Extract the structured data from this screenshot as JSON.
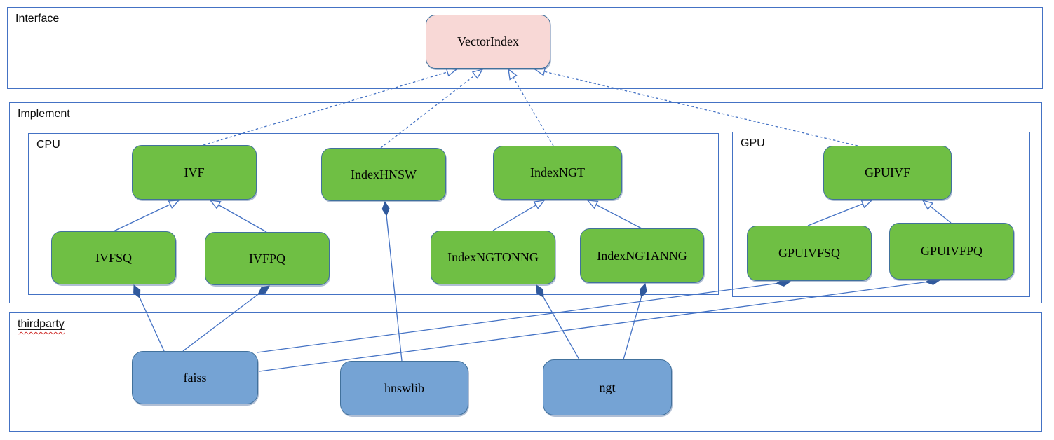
{
  "diagram": {
    "type": "class-hierarchy",
    "containers": {
      "interface": {
        "label": "Interface"
      },
      "implement": {
        "label": "Implement"
      },
      "cpu": {
        "label": "CPU"
      },
      "gpu": {
        "label": "GPU"
      },
      "thirdparty": {
        "label": "thirdparty"
      }
    },
    "nodes": {
      "vectorindex": {
        "label": "VectorIndex",
        "kind": "interface",
        "container": "interface"
      },
      "ivf": {
        "label": "IVF",
        "kind": "implementation",
        "container": "cpu"
      },
      "indexhnsw": {
        "label": "IndexHNSW",
        "kind": "implementation",
        "container": "cpu"
      },
      "indexngt": {
        "label": "IndexNGT",
        "kind": "implementation",
        "container": "cpu"
      },
      "ivfsq": {
        "label": "IVFSQ",
        "kind": "implementation",
        "container": "cpu"
      },
      "ivfpq": {
        "label": "IVFPQ",
        "kind": "implementation",
        "container": "cpu"
      },
      "indexngtonng": {
        "label": "IndexNGTONNG",
        "kind": "implementation",
        "container": "cpu"
      },
      "indexngtanng": {
        "label": "IndexNGTANNG",
        "kind": "implementation",
        "container": "cpu"
      },
      "gpuivf": {
        "label": "GPUIVF",
        "kind": "implementation",
        "container": "gpu"
      },
      "gpuivfsq": {
        "label": "GPUIVFSQ",
        "kind": "implementation",
        "container": "gpu"
      },
      "gpuivfpq": {
        "label": "GPUIVFPQ",
        "kind": "implementation",
        "container": "gpu"
      },
      "faiss": {
        "label": "faiss",
        "kind": "thirdparty",
        "container": "thirdparty"
      },
      "hnswlib": {
        "label": "hnswlib",
        "kind": "thirdparty",
        "container": "thirdparty"
      },
      "ngt": {
        "label": "ngt",
        "kind": "thirdparty",
        "container": "thirdparty"
      }
    },
    "relations": [
      {
        "from": "ivf",
        "to": "vectorindex",
        "type": "inherits-dashed"
      },
      {
        "from": "indexhnsw",
        "to": "vectorindex",
        "type": "inherits-dashed"
      },
      {
        "from": "indexngt",
        "to": "vectorindex",
        "type": "inherits-dashed"
      },
      {
        "from": "gpuivf",
        "to": "vectorindex",
        "type": "inherits-dashed"
      },
      {
        "from": "ivfsq",
        "to": "ivf",
        "type": "inherits"
      },
      {
        "from": "ivfpq",
        "to": "ivf",
        "type": "inherits"
      },
      {
        "from": "indexngtonng",
        "to": "indexngt",
        "type": "inherits"
      },
      {
        "from": "indexngtanng",
        "to": "indexngt",
        "type": "inherits"
      },
      {
        "from": "gpuivfsq",
        "to": "gpuivf",
        "type": "inherits"
      },
      {
        "from": "gpuivfpq",
        "to": "gpuivf",
        "type": "inherits"
      },
      {
        "from": "faiss",
        "to": "ivfsq",
        "type": "composition"
      },
      {
        "from": "faiss",
        "to": "ivfpq",
        "type": "composition"
      },
      {
        "from": "faiss",
        "to": "gpuivfsq",
        "type": "composition"
      },
      {
        "from": "faiss",
        "to": "gpuivfpq",
        "type": "composition"
      },
      {
        "from": "hnswlib",
        "to": "indexhnsw",
        "type": "composition"
      },
      {
        "from": "ngt",
        "to": "indexngtonng",
        "type": "composition"
      },
      {
        "from": "ngt",
        "to": "indexngtanng",
        "type": "composition"
      }
    ],
    "colors": {
      "implementation_fill": "#6fbf44",
      "interface_fill": "#f8d8d6",
      "thirdparty_fill": "#75a3d4",
      "border_and_lines": "#4472c4",
      "node_border": "#41719c",
      "spellcheck_squiggle": "#cf2a27",
      "text": "#000000"
    }
  }
}
